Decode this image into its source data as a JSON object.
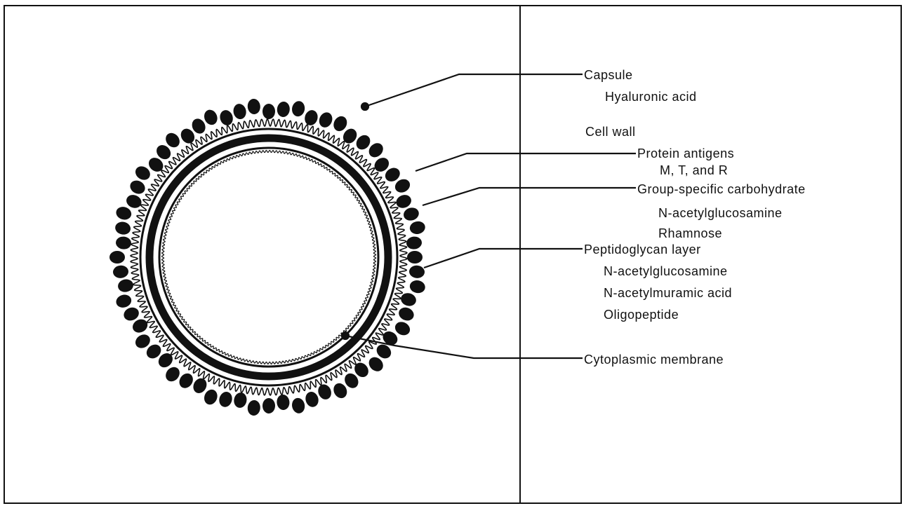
{
  "labels": {
    "capsule": "Capsule",
    "capsule_sub": "Hyaluronic acid",
    "cell_wall": "Cell wall",
    "protein_antigens": "Protein antigens",
    "protein_sub": "M, T, and R",
    "group_carb": "Group-specific carbohydrate",
    "group_sub_1": "N-acetylglucosamine",
    "group_sub_2": "Rhamnose",
    "peptidoglycan": "Peptidoglycan layer",
    "pep_sub_1": "N-acetylglucosamine",
    "pep_sub_2": "N-acetylmuramic acid",
    "pep_sub_3": "Oligopeptide",
    "cytoplasmic": "Cytoplasmic membrane"
  }
}
